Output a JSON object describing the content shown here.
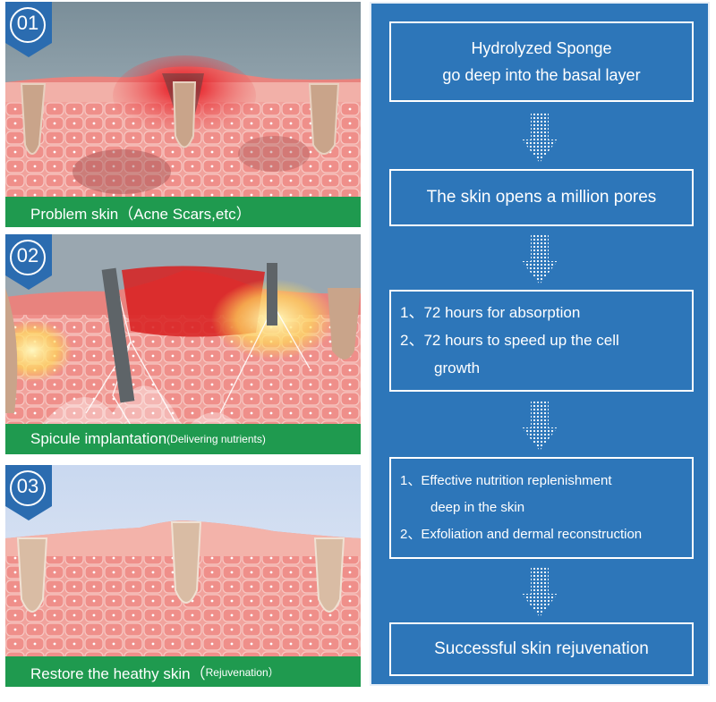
{
  "panels": [
    {
      "number": "01",
      "caption": "Problem skin（Acne Scars,etc）",
      "caption_small": ""
    },
    {
      "number": "02",
      "caption": "Spicule implantation",
      "caption_small": "(Delivering nutrients)"
    },
    {
      "number": "03",
      "caption": "Restore the heathy skin（",
      "caption_small": "Rejuvenation）"
    }
  ],
  "flow": {
    "step1": {
      "line1": "Hydrolyzed Sponge",
      "line2": "go deep into the basal layer"
    },
    "step2": {
      "line1": "The skin opens a million pores"
    },
    "step3": {
      "item1": "1、72 hours for absorption",
      "item2": "2、72 hours to speed up the cell",
      "item2b": "growth"
    },
    "step4": {
      "item1": "1、Effective nutrition replenishment",
      "item1b": "deep in the skin",
      "item2": "2、Exfoliation and dermal reconstruction"
    },
    "step5": {
      "line1": "Successful skin rejuvenation"
    }
  },
  "colors": {
    "flow_bg": "#2d76b9",
    "caption_bg": "#1f9a4f",
    "skin": "#e87d7a",
    "inflamed": "#d81e1e"
  }
}
